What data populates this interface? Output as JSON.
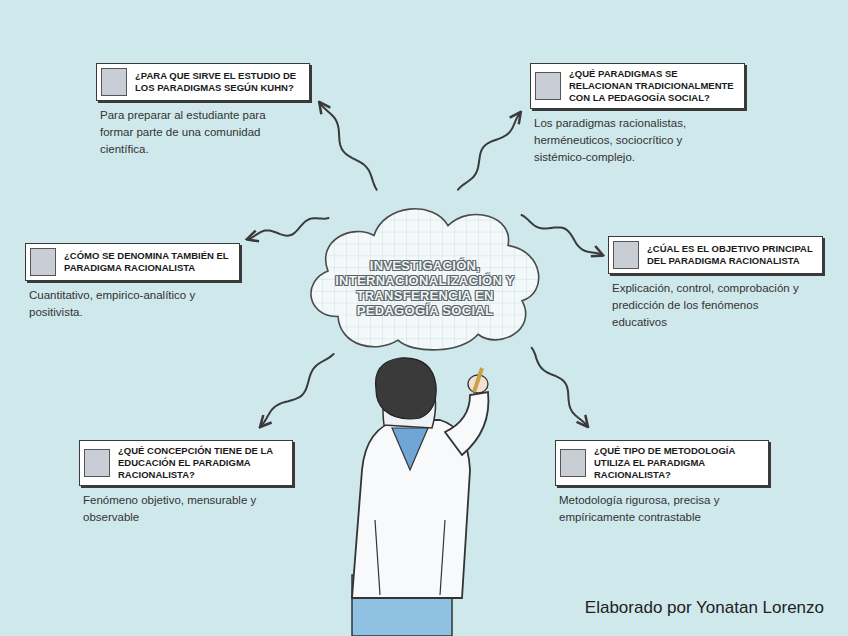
{
  "diagram": {
    "nodes": [
      {
        "text": [
          "INVESTIGACIÓN, INTERNACIONALIZACIÓN Y TRANSFERENCIA EN PEDAGOGÍA SOCIAL"
        ]
      },
      {
        "text": [
          "¿PARA QUE SIRVE EL ESTUDIO DE LOS PARADIGMAS SEGÚN KUHN?",
          "Para preparar al estudiante para formar parte de una comunidad científica."
        ]
      },
      {
        "text": [
          "¿QUÉ PARADIGMAS SE RELACIONAN TRADICIONALMENTE CON LA PEDAGOGÍA SOCIAL?",
          "Los paradigmas racionalistas, herméneuticos, sociocrítico y sistémico-complejo."
        ]
      },
      {
        "text": [
          "¿CÓMO SE DENOMINA TAMBIÉN EL PARADIGMA RACIONALISTA",
          "Cuantitativo, empirico-analítico y positivista."
        ]
      },
      {
        "text": [
          "¿CÚAL ES EL OBJETIVO PRINCIPAL DEL PARADIGMA RACIONALISTA",
          "Explicación, control, comprobación y predicción de los fenómenos educativos"
        ]
      },
      {
        "text": [
          "¿QUÉ CONCEPCIÓN TIENE DE LA EDUCACIÓN EL PARADIGMA RACIONALISTA?",
          "Fenómeno objetivo, mensurable y observable"
        ]
      },
      {
        "text": [
          "¿QUÉ TIPO DE METODOLOGÍA UTILIZA EL PARADIGMA RACIONALISTA?",
          "Metodología rigurosa, precisa y empíricamente contrastable"
        ]
      }
    ],
    "edges": [
      {
        "from": 0,
        "to": 1,
        "arrow": "to"
      },
      {
        "from": 0,
        "to": 2,
        "arrow": "to"
      },
      {
        "from": 0,
        "to": 3,
        "arrow": "to"
      },
      {
        "from": 0,
        "to": 4,
        "arrow": "to"
      },
      {
        "from": 0,
        "to": 5,
        "arrow": "to"
      },
      {
        "from": 0,
        "to": 6,
        "arrow": "to"
      }
    ],
    "labels": [
      "Elaborado por Yonatan Lorenzo"
    ]
  }
}
